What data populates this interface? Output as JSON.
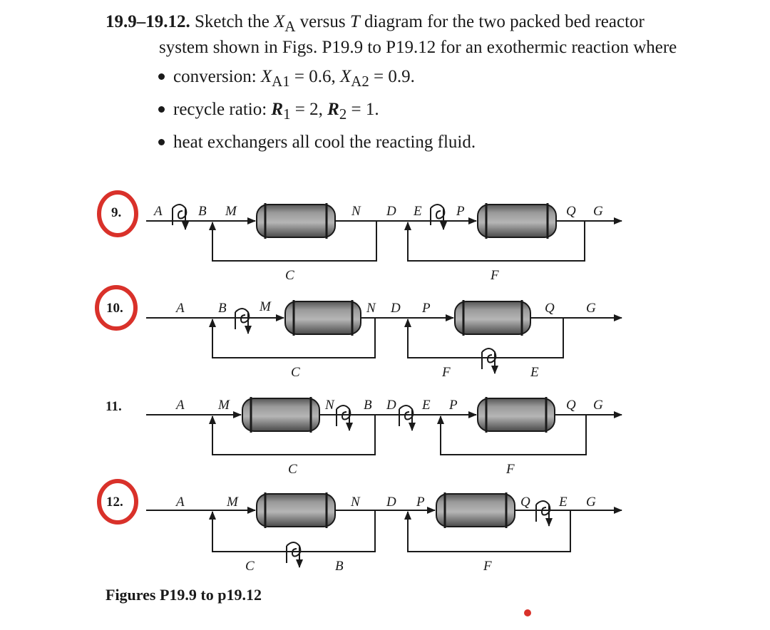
{
  "problem": {
    "number": "19.9–19.12.",
    "line1": "Sketch the",
    "xa": "X",
    "xa_sub": "A",
    "line1b": "versus",
    "t": "T",
    "line1c": "diagram for the two packed bed reactor",
    "line2": "system shown in Figs. P19.9 to P19.12 for an exothermic reaction where"
  },
  "conditions": {
    "conversion_prefix": "conversion:",
    "xa1_var": "X",
    "xa1_sub": "A1",
    "xa1_value": "= 0.6,",
    "xa2_var": "X",
    "xa2_sub": "A2",
    "xa2_value": "= 0.9.",
    "recycle_prefix": "recycle ratio:",
    "r1_var": "R",
    "r1_sub": "1",
    "r1_value": "= 2,",
    "r2_var": "R",
    "r2_sub": "2",
    "r2_value": "= 1.",
    "heat": "heat exchangers all cool the reacting fluid."
  },
  "figures": [
    {
      "label": "9.",
      "circled": true,
      "labels": [
        "A",
        "B",
        "M",
        "N",
        "D",
        "E",
        "P",
        "Q",
        "G",
        "C",
        "F"
      ]
    },
    {
      "label": "10.",
      "circled": true,
      "labels": [
        "A",
        "B",
        "M",
        "N",
        "D",
        "P",
        "Q",
        "G",
        "C",
        "F",
        "E"
      ]
    },
    {
      "label": "11.",
      "circled": false,
      "labels": [
        "A",
        "M",
        "N",
        "B",
        "D",
        "E",
        "P",
        "Q",
        "G",
        "C",
        "F"
      ]
    },
    {
      "label": "12.",
      "circled": true,
      "labels": [
        "A",
        "M",
        "N",
        "D",
        "P",
        "Q",
        "E",
        "G",
        "C",
        "B",
        "F"
      ]
    }
  ],
  "caption": "Figures P19.9 to p19.12",
  "colors": {
    "ink": "#1a1a1a",
    "annotation": "#d9312a",
    "reactor": "#777777"
  }
}
